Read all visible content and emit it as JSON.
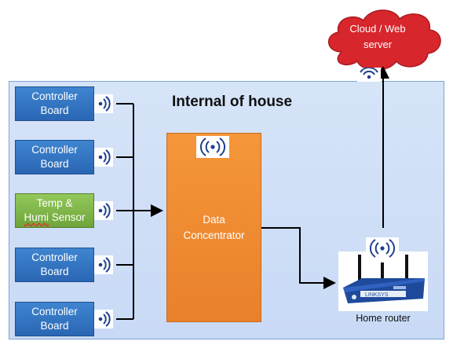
{
  "diagram": {
    "house_title": "Internal of house",
    "cloud": {
      "line1": "Cloud / Web",
      "line2": "server"
    },
    "nodes": [
      {
        "line1": "Controller",
        "line2": "Board"
      },
      {
        "line1": "Controller",
        "line2": "Board"
      },
      {
        "line1": "Temp &",
        "line2": "Humi Sensor",
        "line2_prefix": "Humi",
        "line2_rest": " Sensor"
      },
      {
        "line1": "Controller",
        "line2": "Board"
      },
      {
        "line1": "Controller",
        "line2": "Board"
      }
    ],
    "concentrator": {
      "line1": "Data",
      "line2": "Concentrator"
    },
    "router": {
      "label": "Home router",
      "device_text": "LINKSYS"
    }
  },
  "colors": {
    "controller": "#2a66b3",
    "sensor": "#6ea43a",
    "concentrator": "#f08a30",
    "cloud": "#d8262d",
    "house_background": "#cfdff7",
    "wifi_symbol": "#1d3f8f",
    "connector": "#000000"
  },
  "icons": {
    "wireless": "wireless-signal-icon",
    "router": "router-icon",
    "cloud": "cloud-icon"
  }
}
